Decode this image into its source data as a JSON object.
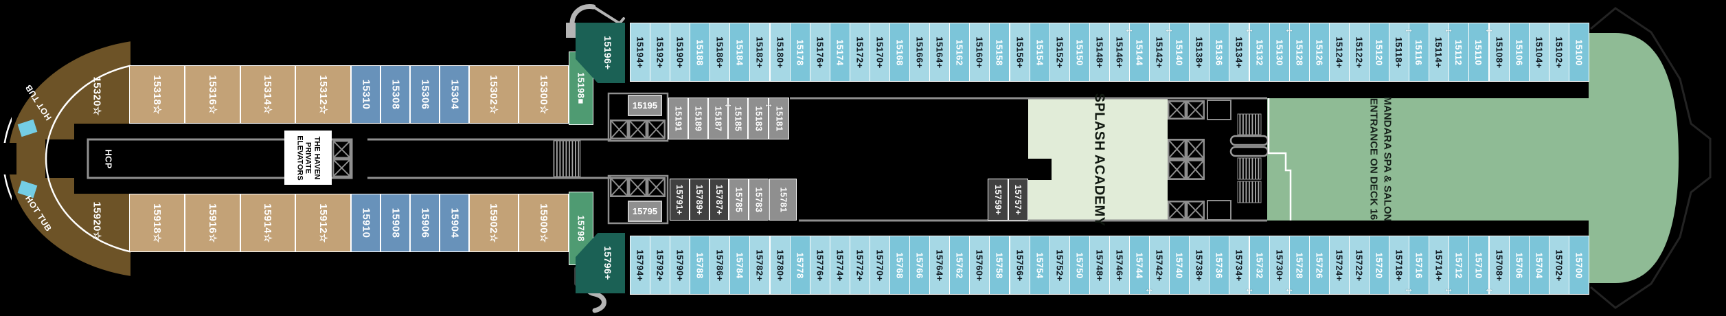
{
  "glyphs": {
    "connecting_arrow": "↔"
  },
  "bow": {
    "hot_tub_top": "HOT TUB",
    "hot_tub_bottom": "HOT TUB",
    "hcp": "HCP",
    "suite_top": {
      "label": "15320☆"
    },
    "suite_bottom": {
      "label": "15920☆"
    }
  },
  "haven_elevators": {
    "lines": [
      "THE HAVEN",
      "PRIVATE",
      "ELEVATORS"
    ]
  },
  "rooms": {
    "splash_academy": "SPLASH ACADEMY",
    "mandara_line1": "MANDARA SPA & SALON",
    "mandara_line2": "ENTRANCE ON DECK 16"
  },
  "corner_suites": {
    "top_outer": {
      "label": "15196+"
    },
    "top_inner": {
      "label": "15198",
      "badge": "■"
    },
    "bottom_outer": {
      "label": "15796+"
    },
    "bottom_inner": {
      "label": "15798"
    }
  },
  "forward_top": [
    {
      "label": "15318☆",
      "variant": "tan"
    },
    {
      "label": "15316☆",
      "variant": "tan"
    },
    {
      "label": "15314☆",
      "variant": "tan"
    },
    {
      "label": "15312☆",
      "variant": "tan"
    },
    {
      "label": "15310",
      "variant": "blue"
    },
    {
      "label": "15308",
      "variant": "blue"
    },
    {
      "label": "15306",
      "variant": "blue"
    },
    {
      "label": "15304",
      "variant": "blue"
    },
    {
      "label": "15302☆",
      "variant": "tan"
    },
    {
      "label": "15300☆",
      "variant": "tan"
    }
  ],
  "forward_bottom": [
    {
      "label": "15918☆",
      "variant": "tan"
    },
    {
      "label": "15916☆",
      "variant": "tan"
    },
    {
      "label": "15914☆",
      "variant": "tan"
    },
    {
      "label": "15912☆",
      "variant": "tan"
    },
    {
      "label": "15910",
      "variant": "blue"
    },
    {
      "label": "15908",
      "variant": "blue"
    },
    {
      "label": "15906",
      "variant": "blue"
    },
    {
      "label": "15904",
      "variant": "blue"
    },
    {
      "label": "15902☆",
      "variant": "tan"
    },
    {
      "label": "15900☆",
      "variant": "tan"
    }
  ],
  "interior_top": {
    "box_label": "15195",
    "cabins": [
      {
        "label": "15191",
        "variant": "gray"
      },
      {
        "label": "15189",
        "variant": "gray"
      },
      {
        "label": "15187",
        "variant": "gray"
      },
      {
        "label": "15185",
        "variant": "gray",
        "arrow": true
      },
      {
        "label": "15183",
        "variant": "gray"
      },
      {
        "label": "15181",
        "variant": "gray",
        "arrow": true
      }
    ]
  },
  "interior_bottom": {
    "box_label": "15795",
    "cabins": [
      {
        "label": "15791+",
        "variant": "dark"
      },
      {
        "label": "15789+",
        "variant": "dark"
      },
      {
        "label": "15787+",
        "variant": "dark"
      },
      {
        "label": "15785",
        "variant": "gray"
      },
      {
        "label": "15783",
        "variant": "gray"
      },
      {
        "label": "15781",
        "variant": "gray",
        "badge": "■"
      }
    ]
  },
  "interior_mid": [
    {
      "label": "15759+",
      "variant": "dark"
    },
    {
      "label": "15757+",
      "variant": "dark"
    }
  ],
  "aft_top": [
    {
      "label": "15194+",
      "variant": "pale"
    },
    {
      "label": "15192+",
      "variant": "pale"
    },
    {
      "label": "15190+",
      "variant": "pale"
    },
    {
      "label": "15188",
      "variant": "mid"
    },
    {
      "label": "15186+",
      "variant": "pale"
    },
    {
      "label": "15184",
      "variant": "mid"
    },
    {
      "label": "15182+",
      "variant": "pale"
    },
    {
      "label": "15180+",
      "variant": "pale"
    },
    {
      "label": "15178",
      "variant": "mid"
    },
    {
      "label": "15176+",
      "variant": "pale"
    },
    {
      "label": "15174",
      "variant": "mid"
    },
    {
      "label": "15172+",
      "variant": "pale"
    },
    {
      "label": "15170+",
      "variant": "pale"
    },
    {
      "label": "15168",
      "variant": "mid"
    },
    {
      "label": "15166+",
      "variant": "pale"
    },
    {
      "label": "15164+",
      "variant": "pale"
    },
    {
      "label": "15162",
      "variant": "mid"
    },
    {
      "label": "15160+",
      "variant": "pale"
    },
    {
      "label": "15158",
      "variant": "mid"
    },
    {
      "label": "15156+",
      "variant": "pale"
    },
    {
      "label": "15154",
      "variant": "mid"
    },
    {
      "label": "15152+",
      "variant": "pale"
    },
    {
      "label": "15150",
      "variant": "mid"
    },
    {
      "label": "15148+",
      "variant": "pale"
    },
    {
      "label": "15146+",
      "variant": "pale"
    },
    {
      "label": "15144",
      "variant": "mid",
      "arrow": true
    },
    {
      "label": "15142+",
      "variant": "pale"
    },
    {
      "label": "15140",
      "variant": "mid",
      "arrow": true
    },
    {
      "label": "15138+",
      "variant": "pale"
    },
    {
      "label": "15136",
      "variant": "mid"
    },
    {
      "label": "15134+",
      "variant": "pale"
    },
    {
      "label": "15132",
      "variant": "mid",
      "arrow": true
    },
    {
      "label": "15130",
      "variant": "mid"
    },
    {
      "label": "15128",
      "variant": "mid",
      "arrow": true
    },
    {
      "label": "15126",
      "variant": "mid"
    },
    {
      "label": "15124+",
      "variant": "pale"
    },
    {
      "label": "15122+",
      "variant": "pale"
    },
    {
      "label": "15120",
      "variant": "mid"
    },
    {
      "label": "15118+",
      "variant": "pale"
    },
    {
      "label": "15116",
      "variant": "mid",
      "arrow": true
    },
    {
      "label": "15114+",
      "variant": "pale"
    },
    {
      "label": "15112",
      "variant": "mid",
      "arrow": true
    },
    {
      "label": "15110",
      "variant": "mid"
    },
    {
      "label": "15108+",
      "variant": "pale",
      "arrow": true
    },
    {
      "label": "15106",
      "variant": "mid"
    },
    {
      "label": "15104+",
      "variant": "pale"
    },
    {
      "label": "15102+",
      "variant": "pale"
    },
    {
      "label": "15100",
      "variant": "mid"
    }
  ],
  "aft_bottom": [
    {
      "label": "15794+",
      "variant": "pale"
    },
    {
      "label": "15792+",
      "variant": "pale"
    },
    {
      "label": "15790+",
      "variant": "pale"
    },
    {
      "label": "15788",
      "variant": "mid"
    },
    {
      "label": "15786+",
      "variant": "pale"
    },
    {
      "label": "15784",
      "variant": "mid"
    },
    {
      "label": "15782+",
      "variant": "pale"
    },
    {
      "label": "15780+",
      "variant": "pale"
    },
    {
      "label": "15778",
      "variant": "mid"
    },
    {
      "label": "15776+",
      "variant": "pale"
    },
    {
      "label": "15774+",
      "variant": "pale"
    },
    {
      "label": "15772+",
      "variant": "pale"
    },
    {
      "label": "15770+",
      "variant": "pale"
    },
    {
      "label": "15768",
      "variant": "mid"
    },
    {
      "label": "15766",
      "variant": "mid"
    },
    {
      "label": "15764+",
      "variant": "pale"
    },
    {
      "label": "15762",
      "variant": "mid"
    },
    {
      "label": "15760+",
      "variant": "pale"
    },
    {
      "label": "15758",
      "variant": "mid"
    },
    {
      "label": "15756+",
      "variant": "pale"
    },
    {
      "label": "15754",
      "variant": "mid"
    },
    {
      "label": "15752+",
      "variant": "pale"
    },
    {
      "label": "15750",
      "variant": "mid"
    },
    {
      "label": "15748+",
      "variant": "pale"
    },
    {
      "label": "15746+",
      "variant": "pale"
    },
    {
      "label": "15744",
      "variant": "mid"
    },
    {
      "label": "15742+",
      "variant": "pale",
      "arrow": true
    },
    {
      "label": "15740",
      "variant": "mid"
    },
    {
      "label": "15738+",
      "variant": "pale"
    },
    {
      "label": "15736",
      "variant": "mid"
    },
    {
      "label": "15734+",
      "variant": "pale"
    },
    {
      "label": "15732",
      "variant": "mid",
      "arrow": true
    },
    {
      "label": "15730+",
      "variant": "pale"
    },
    {
      "label": "15728",
      "variant": "mid",
      "arrow": true
    },
    {
      "label": "15726",
      "variant": "mid"
    },
    {
      "label": "15724+",
      "variant": "pale"
    },
    {
      "label": "15722+",
      "variant": "pale"
    },
    {
      "label": "15720",
      "variant": "mid"
    },
    {
      "label": "15718+",
      "variant": "pale"
    },
    {
      "label": "15716",
      "variant": "mid",
      "arrow": true
    },
    {
      "label": "15714+",
      "variant": "pale"
    },
    {
      "label": "15712",
      "variant": "mid",
      "arrow": true
    },
    {
      "label": "15710",
      "variant": "mid"
    },
    {
      "label": "15708+",
      "variant": "pale",
      "arrow": true
    },
    {
      "label": "15706",
      "variant": "mid"
    },
    {
      "label": "15704",
      "variant": "mid"
    },
    {
      "label": "15702+",
      "variant": "pale"
    },
    {
      "label": "15700",
      "variant": "mid"
    }
  ],
  "colors": {
    "haven_hull": "#6d5327",
    "tan": "#c3a277",
    "blue": "#6892ba",
    "balcony_pale": "#a6d8e5",
    "balcony_mid": "#7cc5d9",
    "spa_green": "#4f9b72",
    "spa_teal": "#1b6155",
    "interior_gray": "#8f8f8f",
    "interior_dark": "#414141",
    "splash_room": "#e1ecd8",
    "mandara_room": "#8fbb95",
    "hot_tub": "#74cde4"
  }
}
